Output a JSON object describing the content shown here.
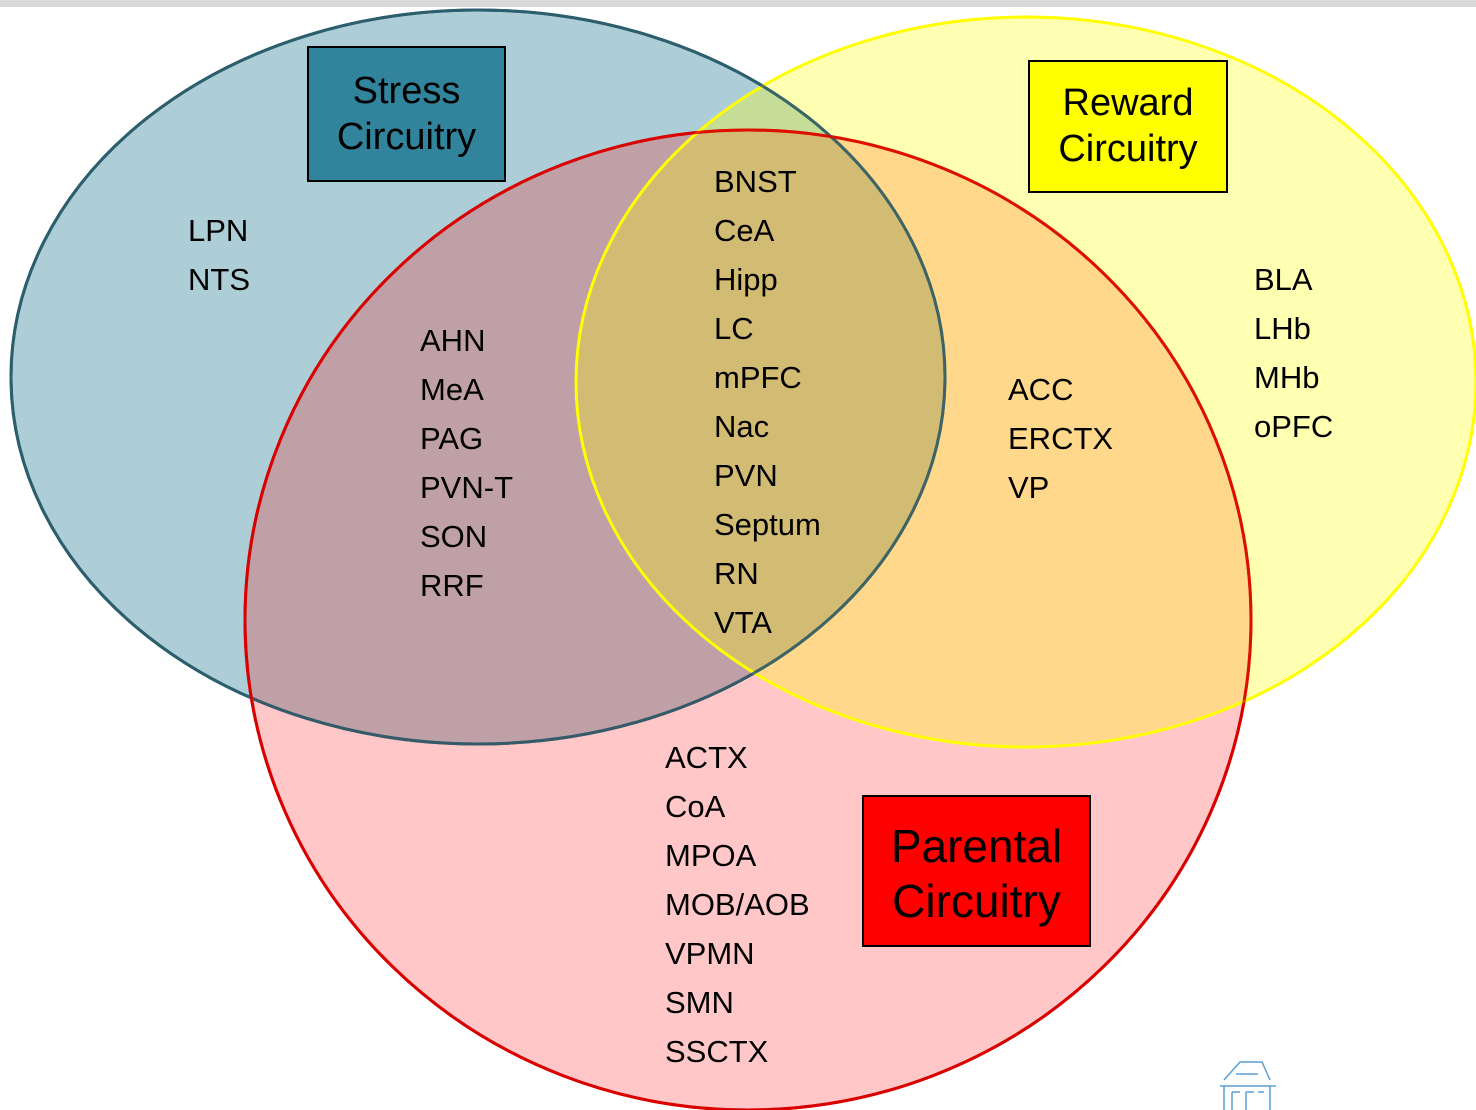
{
  "circles": {
    "stress": {
      "title_line1": "Stress",
      "title_line2": "Circuitry",
      "fill": "#31849b",
      "stroke": "#215968",
      "title_box_color": "#31849b"
    },
    "reward": {
      "title_line1": "Reward",
      "title_line2": "Circuitry",
      "fill": "#ffff00",
      "stroke": "#ffff00",
      "title_box_color": "#ffff00"
    },
    "parental": {
      "title_line1": "Parental",
      "title_line2": "Circuitry",
      "fill": "#ff0000",
      "stroke": "#ff0000",
      "title_box_color": "#ff0000"
    }
  },
  "regions": {
    "stress_only": [
      "LPN",
      "NTS"
    ],
    "stress_parental": [
      "AHN",
      "MeA",
      "PAG",
      "PVN-T",
      "SON",
      "RRF"
    ],
    "all_three": [
      "BNST",
      "CeA",
      "Hipp",
      "LC",
      "mPFC",
      "Nac",
      "PVN",
      "Septum",
      "RN",
      "VTA"
    ],
    "reward_parental": [
      "ACC",
      "ERCTX",
      "VP"
    ],
    "reward_only": [
      "BLA",
      "LHb",
      "MHb",
      "oPFC"
    ],
    "parental_only": [
      "ACTX",
      "CoA",
      "MPOA",
      "MOB/AOB",
      "VPMN",
      "SMN",
      "SSCTX"
    ]
  },
  "logo_icon": "building-logo-icon"
}
